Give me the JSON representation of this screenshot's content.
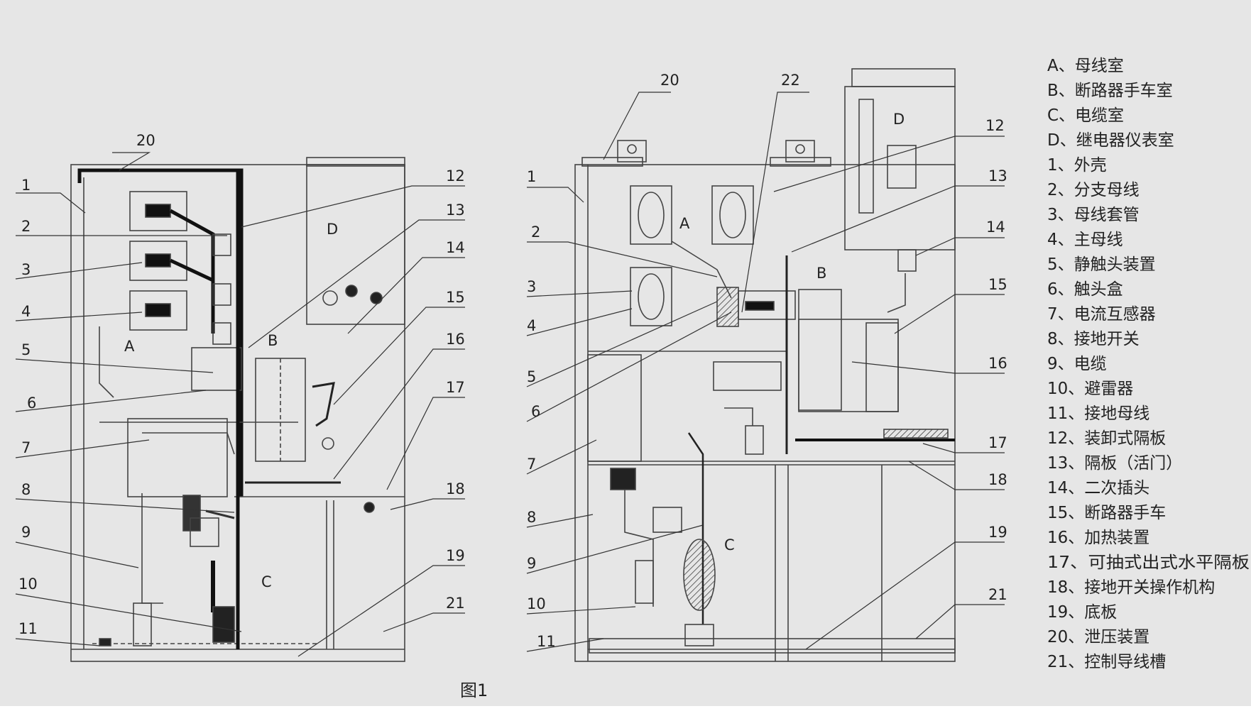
{
  "figure_caption": "图1",
  "left_view": {
    "room_labels": {
      "A": "A",
      "B": "B",
      "C": "C",
      "D": "D"
    },
    "callouts": {
      "c1": "1",
      "c2": "2",
      "c3": "3",
      "c4": "4",
      "c5": "5",
      "c6": "6",
      "c7": "7",
      "c8": "8",
      "c9": "9",
      "c10": "10",
      "c11": "11",
      "c12": "12",
      "c13": "13",
      "c14": "14",
      "c15": "15",
      "c16": "16",
      "c17": "17",
      "c18": "18",
      "c19": "19",
      "c20": "20",
      "c21": "21"
    }
  },
  "right_view": {
    "room_labels": {
      "A": "A",
      "B": "B",
      "C": "C",
      "D": "D"
    },
    "callouts": {
      "c1": "1",
      "c2": "2",
      "c3": "3",
      "c4": "4",
      "c5": "5",
      "c6": "6",
      "c7": "7",
      "c8": "8",
      "c9": "9",
      "c10": "10",
      "c11": "11",
      "c12": "12",
      "c13": "13",
      "c14": "14",
      "c15": "15",
      "c16": "16",
      "c17": "17",
      "c18": "18",
      "c19": "19",
      "c20": "20",
      "c21": "21",
      "c22": "22"
    }
  },
  "legend": [
    "A、母线室",
    "B、断路器手车室",
    "C、电缆室",
    "D、继电器仪表室",
    "1、外壳",
    "2、分支母线",
    "3、母线套管",
    "4、主母线",
    "5、静触头装置",
    "6、触头盒",
    "7、电流互感器",
    "8、接地开关",
    "9、电缆",
    "10、避雷器",
    "11、接地母线",
    "12、装卸式隔板",
    "13、隔板（活门）",
    "14、二次插头",
    "15、断路器手车",
    "16、加热装置",
    "17、可抽式出式水平隔板",
    "18、接地开关操作机构",
    "19、底板",
    "20、泄压装置",
    "21、控制导线槽"
  ]
}
